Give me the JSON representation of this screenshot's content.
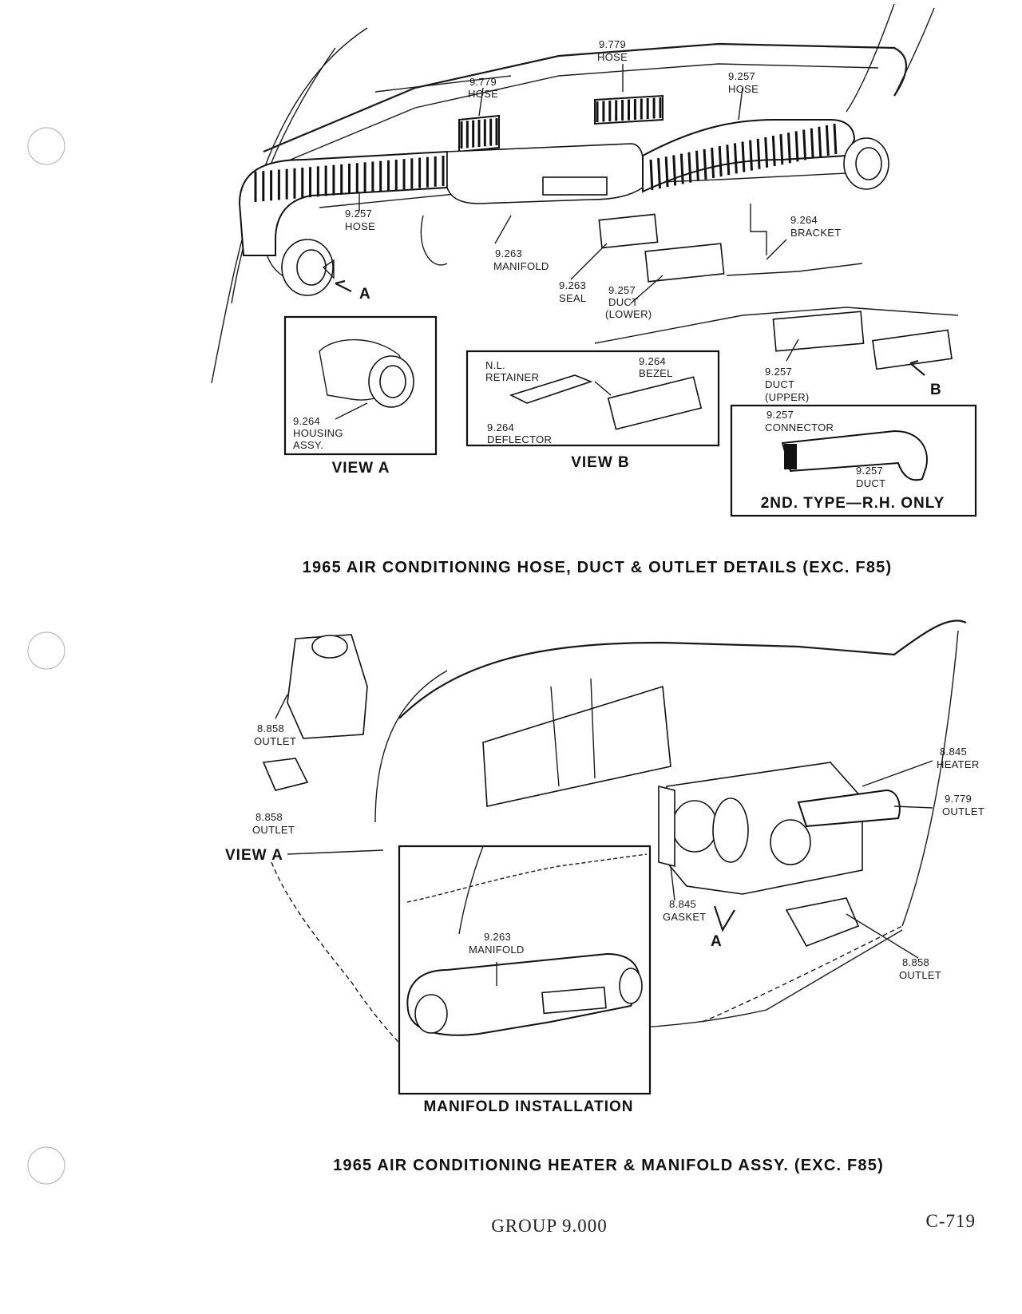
{
  "top_figure": {
    "labels": {
      "hose_9779_a": "9.779",
      "hose_9779_a_name": "HOSE",
      "hose_9779_b": "9.779",
      "hose_9779_b_name": "HOSE",
      "hose_9257_a": "9.257",
      "hose_9257_a_name": "HOSE",
      "hose_9257_b": "9.257",
      "hose_9257_b_name": "HOSE",
      "manifold_num": "9.263",
      "manifold_name": "MANIFOLD",
      "seal_num": "9.263",
      "seal_name": "SEAL",
      "duct_lower_num": "9.257",
      "duct_lower_name": "DUCT",
      "duct_lower_sub": "(LOWER)",
      "bracket_num": "9.264",
      "bracket_name": "BRACKET",
      "duct_upper_num": "9.257",
      "duct_upper_name": "DUCT",
      "duct_upper_sub": "(UPPER)",
      "callout_a": "A",
      "callout_b": "B"
    },
    "view_a": {
      "num": "9.264",
      "name": "HOUSING",
      "name2": "ASSY.",
      "title": "VIEW A"
    },
    "view_b": {
      "nl": "N.L.",
      "retainer": "RETAINER",
      "bezel_num": "9.264",
      "bezel_name": "BEZEL",
      "deflector_num": "9.264",
      "deflector_name": "DEFLECTOR",
      "title": "VIEW B"
    },
    "second_type": {
      "connector_num": "9.257",
      "connector_name": "CONNECTOR",
      "duct_num": "9.257",
      "duct_name": "DUCT",
      "title": "2ND. TYPE—R.H. ONLY"
    },
    "caption": "1965 AIR CONDITIONING HOSE, DUCT & OUTLET DETAILS (EXC. F85)"
  },
  "bottom_figure": {
    "labels": {
      "outlet_8858_a": "8.858",
      "outlet_8858_a_name": "OUTLET",
      "outlet_8858_b": "8.858",
      "outlet_8858_b_name": "OUTLET",
      "view_a": "VIEW A",
      "heater_num": "8.845",
      "heater_name": "HEATER",
      "outlet_9779": "9.779",
      "outlet_9779_name": "OUTLET",
      "gasket_num": "8.845",
      "gasket_name": "GASKET",
      "callout_a": "A",
      "outlet_8858_c": "8.858",
      "outlet_8858_c_name": "OUTLET"
    },
    "inset": {
      "manifold_num": "9.263",
      "manifold_name": "MANIFOLD",
      "title": "MANIFOLD INSTALLATION"
    },
    "caption": "1965 AIR CONDITIONING HEATER & MANIFOLD ASSY. (EXC. F85)"
  },
  "footer": {
    "group": "GROUP 9.000",
    "page_code": "C-719"
  }
}
